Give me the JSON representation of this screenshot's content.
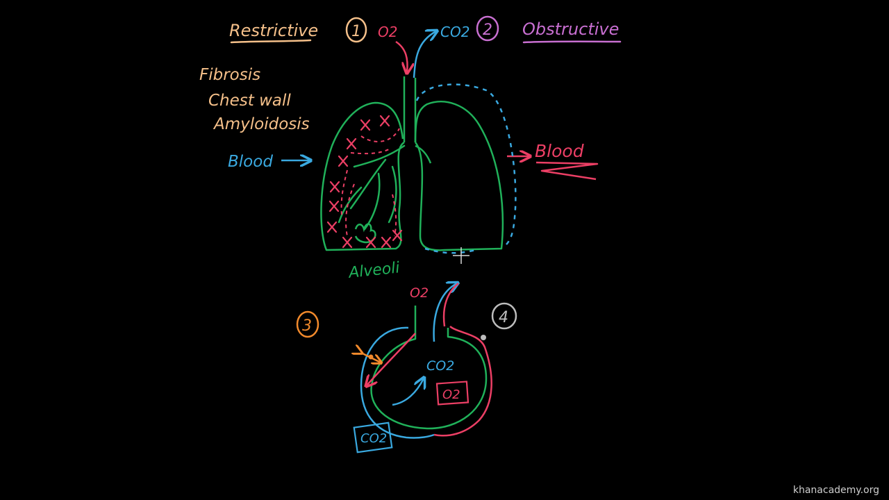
{
  "colors": {
    "background": "#000000",
    "restrictive": "#f5c08a",
    "obstructive": "#c86fd1",
    "oxygen": "#ec3f65",
    "carbon_dioxide": "#3aa9e0",
    "lung": "#20b15a",
    "marker_orange": "#f28a2c",
    "marker_gray": "#bdbdbd"
  },
  "labels": {
    "restrictive": "Restrictive",
    "obstructive": "Obstructive",
    "step1": "1",
    "step2": "2",
    "step3": "3",
    "step4": "4",
    "o2_top": "O2",
    "co2_top": "CO2",
    "causes": [
      "Fibrosis",
      "Chest wall",
      "Amyloidosis"
    ],
    "blood_left": "Blood",
    "blood_right": "Blood",
    "alveoli": "Alveoli",
    "o2_alveolus": "O2",
    "co2_alveolus": "CO2",
    "o2_box": "O2",
    "co2_box": "CO2",
    "watermark": "khanacademy.org"
  }
}
